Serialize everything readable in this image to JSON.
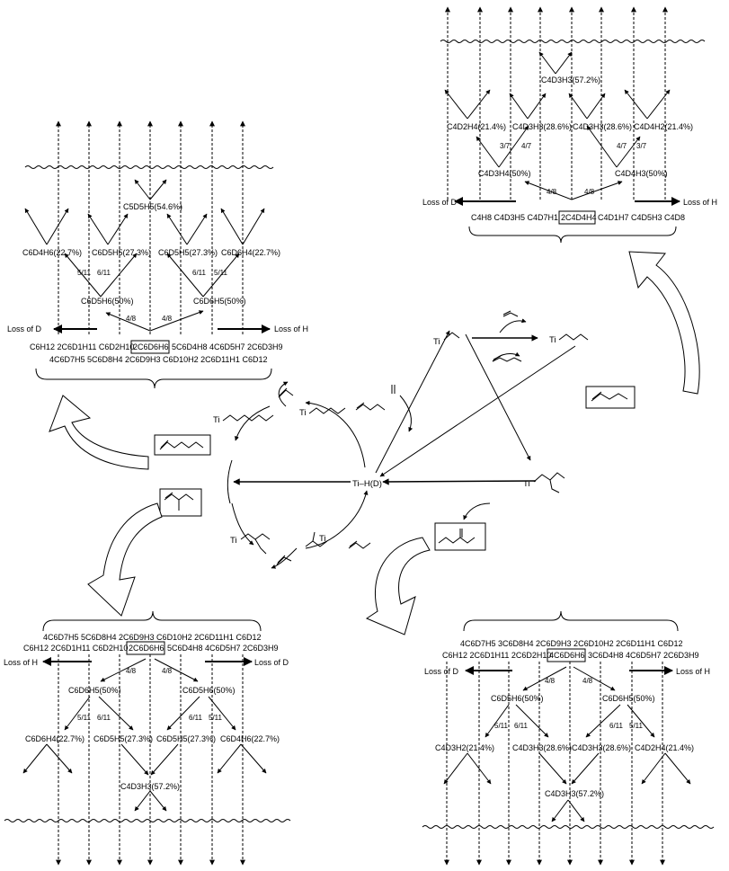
{
  "center": {
    "label": "Ti–H(D)"
  },
  "ti_label": "Ti",
  "left_cycle": {
    "product": ""
  },
  "top_right_panel": {
    "top_species": "C4D3H3(57.2%)",
    "row2": [
      "C4D2H4(21.4%)",
      "C4D3H3(28.6%)",
      "C4D3H3(28.6%)",
      "C4D4H2(21.4%)"
    ],
    "fr_left": [
      "3/7",
      "4/7"
    ],
    "fr_right": [
      "4/7",
      "3/7"
    ],
    "row3": [
      "C4D3H4(50%)",
      "C4D4H3(50%)"
    ],
    "split": [
      "4/8",
      "4/8"
    ],
    "loss_left": "Loss of D",
    "loss_right": "Loss of H",
    "base_left": "C4H8 C4D3H5 C4D7H1",
    "base_boxed": "2C4D4H4",
    "base_right": "C4D1H7 C4D5H3 C4D8"
  },
  "top_left_panel": {
    "top_species": "C5D5H5(54.6%)",
    "row2": [
      "C6D4H6(22.7%)",
      "C6D5H5(27.3%)",
      "C6D5H5(27.3%)",
      "C6D6H4(22.7%)"
    ],
    "fr_left": [
      "5/11",
      "6/11"
    ],
    "fr_right": [
      "6/11",
      "5/11"
    ],
    "row3": [
      "C6D5H6(50%)",
      "C6D6H5(50%)"
    ],
    "split": [
      "4/8",
      "4/8"
    ],
    "loss_left": "Loss of D",
    "loss_right": "Loss of H",
    "base1_left": "C6H12 2C6D1H11 C6D2H10",
    "base1_boxed": "2C6D6H6",
    "base1_right": "5C6D4H8 4C6D5H7 2C6D3H9",
    "base2": "4C6D7H5 5C6D8H4 2C6D9H3 C6D10H2 2C6D11H1 C6D12"
  },
  "bottom_left_panel": {
    "base1": "4C6D7H5 5C6D8H4 2C6D9H3 C6D10H2 2C6D11H1 C6D12",
    "base2_left": "C6H12 2C6D1H11 C6D2H10",
    "base2_boxed": "2C6D6H6",
    "base2_right": "5C6D4H8 4C6D5H7 2C6D3H9",
    "loss_left": "Loss of H",
    "loss_right": "Loss of D",
    "split": [
      "4/8",
      "4/8"
    ],
    "row3": [
      "C6D6H5(50%)",
      "C6D5H6(50%)"
    ],
    "fr_left": [
      "5/11",
      "6/11"
    ],
    "fr_right": [
      "6/11",
      "5/11"
    ],
    "row2": [
      "C6D6H4(22.7%)",
      "C6D5H5(27.3%)",
      "C6D5H5(27.3%)",
      "C6D4H6(22.7%)"
    ],
    "bottom_species": "C4D3H3(57.2%)"
  },
  "bottom_right_panel": {
    "base1": "4C6D7H5 3C6D8H4 2C6D9H3 2C6D10H2 2C6D11H1 C6D12",
    "base2_left": "C6H12 2C6D1H11 2C6D2H10",
    "base2_boxed": "4C6D6H6",
    "base2_right": "3C6D4H8 4C6D5H7 2C6D3H9",
    "loss_left": "Loss of D",
    "loss_right": "Loss of H",
    "split": [
      "4/8",
      "4/8"
    ],
    "row3": [
      "C6D5H6(50%)",
      "C6D6H5(50%)"
    ],
    "fr_left": [
      "5/11",
      "6/11"
    ],
    "fr_right": [
      "6/11",
      "5/11"
    ],
    "row2": [
      "C4D3H2(21.4%)",
      "C4D3H3(28.6%)",
      "C4D3H3(28.6%)",
      "C4D2H4(21.4%)"
    ],
    "bottom_species": "C4D3H3(57.2%)"
  }
}
